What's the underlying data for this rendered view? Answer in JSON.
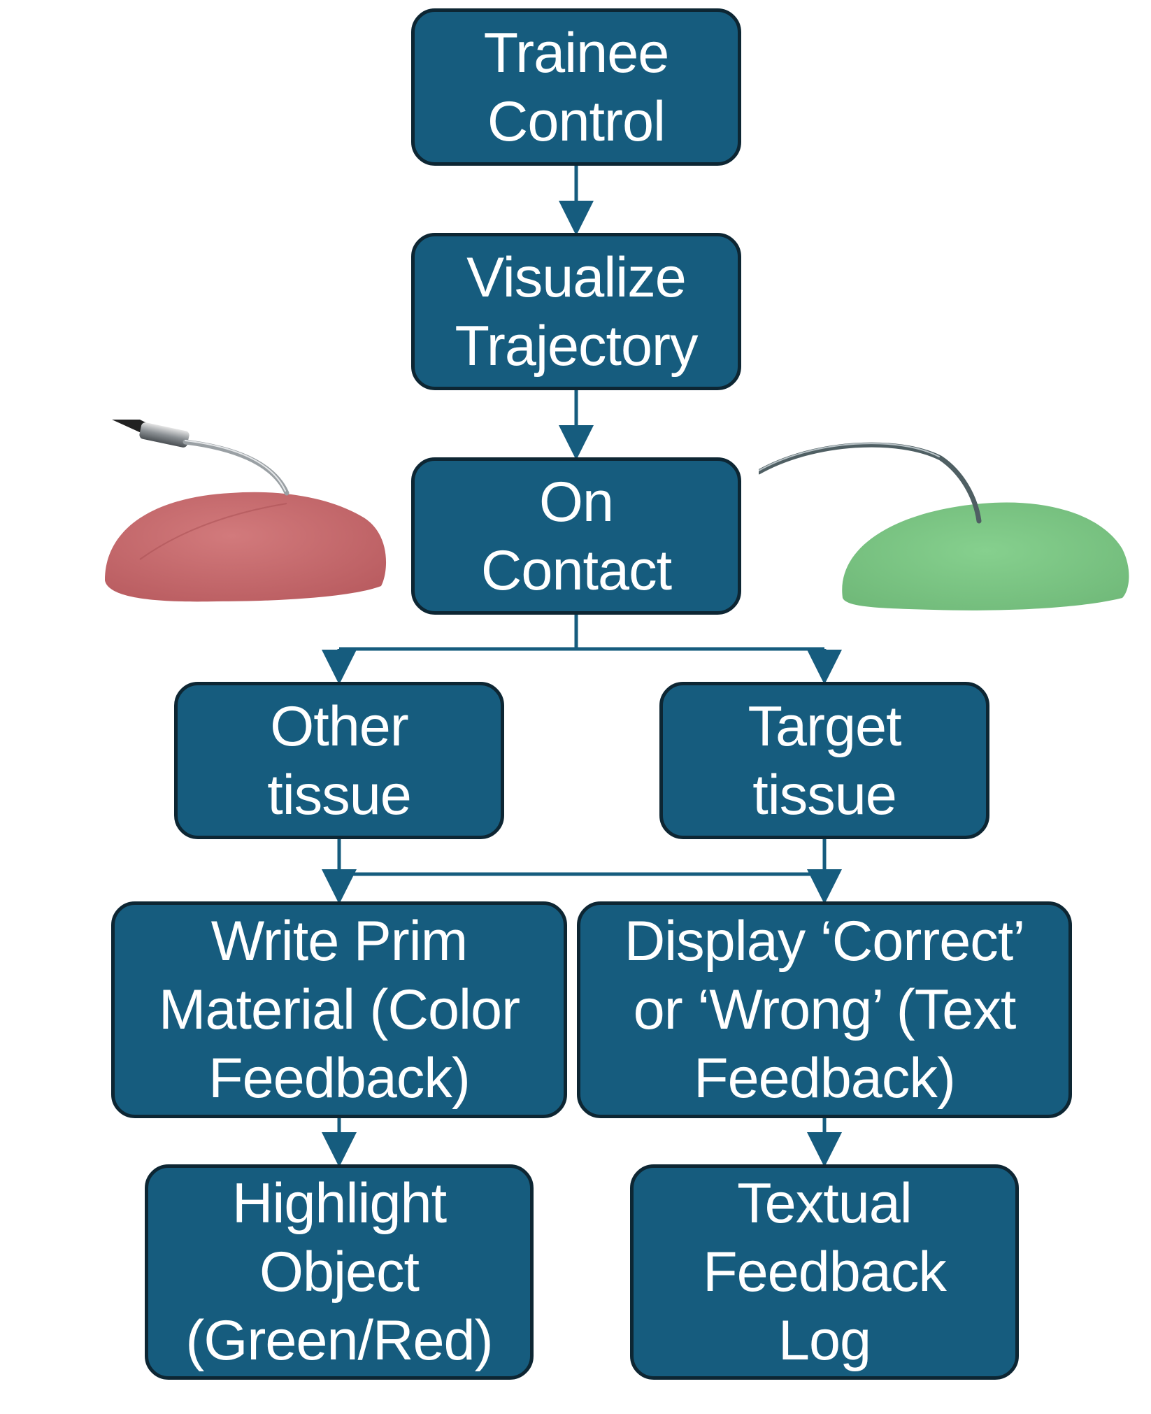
{
  "diagram": {
    "nodes": {
      "trainee": "Trainee\nControl",
      "visualize": "Visualize\nTrajectory",
      "contact": "On\nContact",
      "other": "Other\ntissue",
      "target": "Target\ntissue",
      "write": "Write Prim\nMaterial (Color\nFeedback)",
      "display": "Display ‘Correct’\nor ‘Wrong’ (Text\nFeedback)",
      "highlight": "Highlight\nObject\n(Green/Red)",
      "log": "Textual\nFeedback\nLog"
    },
    "edges": [
      [
        "trainee",
        "visualize"
      ],
      [
        "visualize",
        "contact"
      ],
      [
        "contact",
        "other"
      ],
      [
        "contact",
        "target"
      ],
      [
        "other",
        "write"
      ],
      [
        "other",
        "display"
      ],
      [
        "target",
        "write"
      ],
      [
        "target",
        "display"
      ],
      [
        "write",
        "highlight"
      ],
      [
        "display",
        "log"
      ]
    ],
    "colors": {
      "node_fill": "#165c7e",
      "node_border": "#0d2633",
      "node_text": "#ffffff",
      "connector": "#165c7e",
      "tissue_wrong": "#c9676a",
      "tissue_correct": "#7cc684",
      "instrument": "#555a5e"
    },
    "illustrations": {
      "left": "instrument-touching-red-tissue",
      "right": "instrument-touching-green-tissue"
    }
  }
}
